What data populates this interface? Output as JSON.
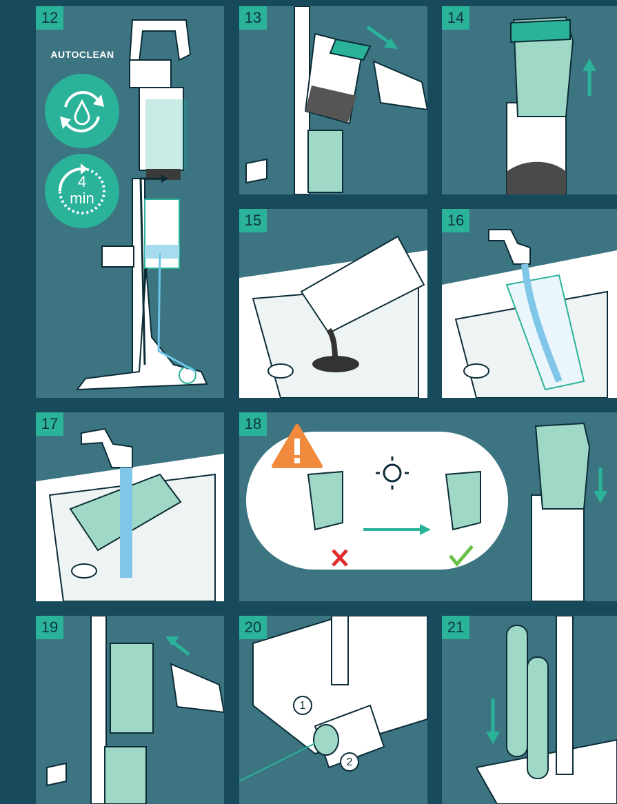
{
  "panels": [
    {
      "number": "12"
    },
    {
      "number": "13"
    },
    {
      "number": "14"
    },
    {
      "number": "15"
    },
    {
      "number": "16"
    },
    {
      "number": "17"
    },
    {
      "number": "18"
    },
    {
      "number": "19"
    },
    {
      "number": "20"
    },
    {
      "number": "21"
    }
  ],
  "autoclean": {
    "label": "AUTOCLEAN",
    "duration_value": "4",
    "duration_unit": "min"
  },
  "step20": {
    "step1": "1",
    "step2": "2"
  },
  "colors": {
    "background": "#174a5a",
    "panel": "#3c7482",
    "accent": "#2bb39a",
    "warning": "#f18a3c",
    "error": "#e02c2c",
    "success": "#6cc04a",
    "water": "#7fc6e8",
    "dirty": "#4a4a4a"
  },
  "icons": [
    "water-drop-cycle-icon",
    "timer-icon",
    "warning-icon",
    "sun-icon",
    "cross-icon",
    "check-icon",
    "arrow-icon"
  ]
}
